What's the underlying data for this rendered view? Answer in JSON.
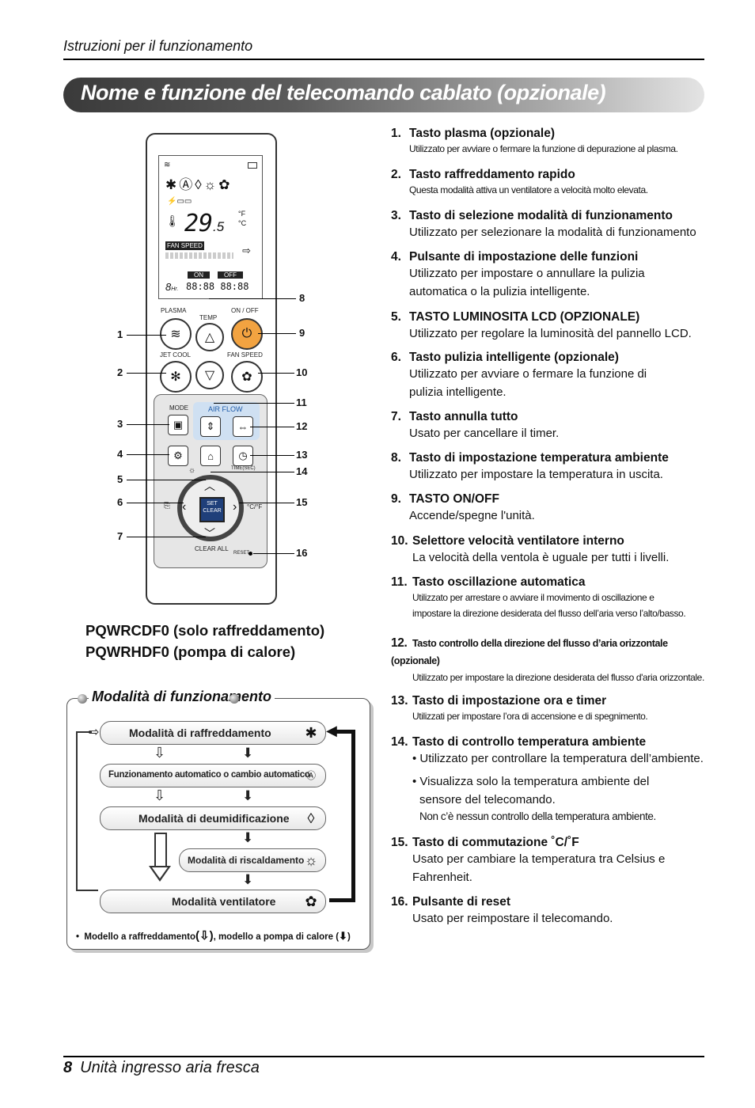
{
  "header": {
    "section": "Istruzioni per il funzionamento"
  },
  "title": "Nome e funzione del telecomando cablato (opzionale)",
  "remote": {
    "lcd": {
      "temp": "29",
      "temp_decimal": ".5",
      "unit_f": "°F",
      "unit_c": "°C",
      "fan_speed": "FAN SPEED",
      "on": "ON",
      "off": "OFF",
      "hr": "Hr."
    },
    "labels": {
      "plasma": "PLASMA",
      "temp": "TEMP",
      "on_off": "ON / OFF",
      "jet_cool": "JET COOL",
      "fan_speed": "FAN SPEED",
      "mode": "MODE",
      "air_flow": "AIR FLOW",
      "time_sec": "TIME(SEC)",
      "set": "SET",
      "clear": "CLEAR",
      "clear_all": "CLEAR ALL",
      "reset": "RESET",
      "cf": "°C/°F"
    },
    "callouts": [
      "1",
      "2",
      "3",
      "4",
      "5",
      "6",
      "7",
      "8",
      "9",
      "10",
      "11",
      "12",
      "13",
      "14",
      "15",
      "16"
    ]
  },
  "models": [
    "PQWRCDF0 (solo raffreddamento)",
    "PQWRHDF0 (pompa di calore)"
  ],
  "modes": {
    "title": "Modalità di funzionamento",
    "items": [
      {
        "label": "Modalità di raffreddamento",
        "icon": "snowflake-icon"
      },
      {
        "label": "Funzionamento automatico o cambio automatico",
        "icon": "ai-icon"
      },
      {
        "label": "Modalità di deumidificazione",
        "icon": "drop-icon"
      },
      {
        "label": "Modalità di riscaldamento",
        "icon": "sun-icon"
      },
      {
        "label": "Modalità ventilatore",
        "icon": "fan-icon"
      }
    ],
    "note_part1": "Modello a raffreddamento",
    "note_part2": ", modello a pompa di calore (",
    "note_part3": ")"
  },
  "functions": [
    {
      "num": "1.",
      "title": "Tasto plasma (opzionale)",
      "desc": [
        "Utilizzato per avviare o fermare la funzione di depurazione al plasma."
      ],
      "small": true
    },
    {
      "num": "2.",
      "title": "Tasto raffreddamento rapido",
      "desc": [
        "Questa modalità attiva un ventilatore a velocità molto elevata."
      ],
      "small": true
    },
    {
      "num": "3.",
      "title": "Tasto di selezione modalità di funzionamento",
      "desc": [
        "Utilizzato per selezionare la modalità di funzionamento"
      ]
    },
    {
      "num": "4.",
      "title": "Pulsante di impostazione delle funzioni",
      "desc": [
        "Utilizzato per impostare o annullare la pulizia",
        "automatica o la pulizia intelligente."
      ]
    },
    {
      "num": "5.",
      "title": "TASTO LUMINOSITA LCD (OPZIONALE)",
      "desc": [
        "Utilizzato per regolare la luminosità del pannello LCD."
      ]
    },
    {
      "num": "6.",
      "title": "Tasto pulizia intelligente (opzionale)",
      "desc": [
        "Utilizzato per avviare o fermare la funzione di",
        "pulizia intelligente."
      ]
    },
    {
      "num": "7.",
      "title": "Tasto annulla tutto",
      "desc": [
        "Usato per cancellare il timer."
      ]
    },
    {
      "num": "8.",
      "title": "Tasto di impostazione temperatura ambiente",
      "desc": [
        "Utilizzato per impostare la temperatura in uscita."
      ]
    },
    {
      "num": "9.",
      "title": "TASTO ON/OFF",
      "desc": [
        "Accende/spegne l'unità."
      ]
    },
    {
      "num": "10.",
      "title": "Selettore velocità ventilatore interno",
      "desc": [
        "La velocità della ventola è uguale per tutti i livelli."
      ]
    },
    {
      "num": "11.",
      "title": "Tasto oscillazione automatica",
      "desc": [
        "Utilizzato per arrestare o avviare il movimento di oscillazione e",
        "impostare la direzione desiderata del flusso dell’aria verso l’alto/basso."
      ],
      "small": true
    },
    {
      "num": "12.",
      "title": "Tasto controllo della direzione del flusso d’aria orizzontale (opzionale)",
      "desc": [
        "Utilizzato per impostare la direzione desiderata del flusso d'aria orizzontale."
      ],
      "small": true,
      "small_title": true
    },
    {
      "num": "13.",
      "title": "Tasto di impostazione ora e timer",
      "desc": [
        "Utilizzati per impostare l’ora di accensione e di spegnimento."
      ],
      "small": true
    },
    {
      "num": "14.",
      "title": "Tasto di controllo temperatura ambiente",
      "desc": [
        "• Utilizzato per controllare la temperatura dell’ambiente.",
        "• Visualizza solo la temperatura ambiente del",
        "sensore del telecomando.",
        "Non c’è nessun controllo della temperatura ambiente."
      ]
    },
    {
      "num": "15.",
      "title": "Tasto di commutazione ˚C/˚F",
      "desc": [
        "Usato per cambiare la temperatura tra Celsius e",
        "Fahrenheit."
      ]
    },
    {
      "num": "16.",
      "title": "Pulsante di reset",
      "desc": [
        "Usato per reimpostare il telecomando."
      ]
    }
  ],
  "footer": {
    "page": "8",
    "text": "Unità ingresso aria fresca"
  }
}
